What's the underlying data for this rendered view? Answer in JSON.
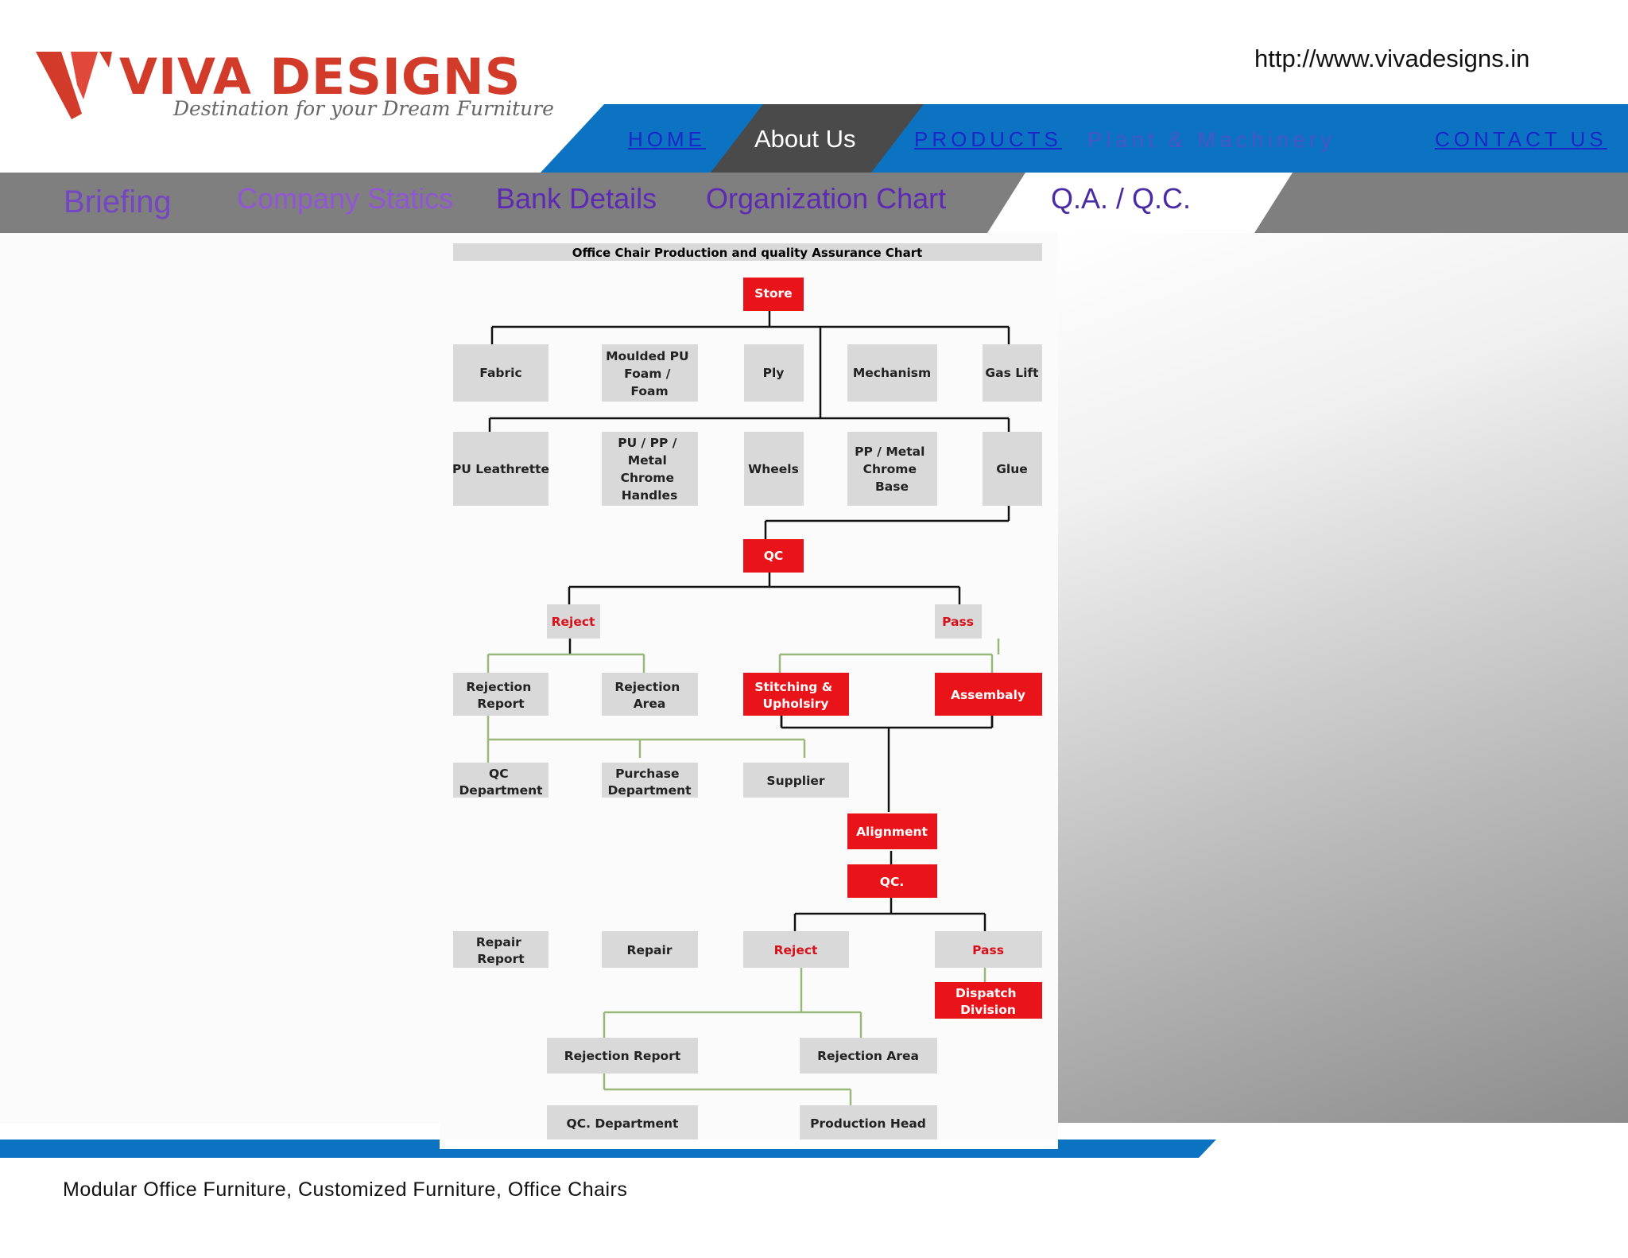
{
  "brand": {
    "name": "VIVA DESIGNS",
    "tagline": "Destination for your Dream Furniture",
    "logo_icon": "viva-v-logo",
    "colors": {
      "red": "#d23a2a",
      "blue": "#0b73c2",
      "dark": "#4a4a4a"
    }
  },
  "site_url": "http://www.vivadesigns.in",
  "main_nav": {
    "home": "HOME",
    "about": "About Us",
    "products": "PRODUCTS",
    "plant": "Plant & Machinery",
    "contact": "CONTACT US"
  },
  "sub_nav": {
    "briefing": "Briefing",
    "statics": "Company Statics",
    "bank": "Bank Details",
    "org": "Organization Chart",
    "qa": "Q.A. / Q.C."
  },
  "chart": {
    "title": "Office Chair Production and quality Assurance Chart",
    "boxes": {
      "store": "Store",
      "fabric": "Fabric",
      "moulded": [
        "Moulded PU",
        "Foam /",
        "Foam"
      ],
      "ply": "Ply",
      "mechanism": "Mechanism",
      "gaslift": "Gas Lift",
      "pu_leathrette": "PU Leathrette",
      "handles": [
        "PU / PP /",
        "Metal",
        "Chrome",
        "Handles"
      ],
      "wheels": "Wheels",
      "base": [
        "PP / Metal",
        "Chrome",
        "Base"
      ],
      "glue": "Glue",
      "qc1": "QC",
      "reject1": "Reject",
      "pass1": "Pass",
      "rejection_report1": [
        "Rejection",
        "Report"
      ],
      "rejection_area1": [
        "Rejection",
        "Area"
      ],
      "stitching": [
        "Stitching &",
        "Upholsiry"
      ],
      "assembly": "Assembaly",
      "qc_dept1": [
        "QC",
        "Department"
      ],
      "purchase_dept": [
        "Purchase",
        "Department"
      ],
      "supplier": "Supplier",
      "alignment": "Alignment",
      "qc2": "QC.",
      "repair_report": [
        "Repair",
        "Report"
      ],
      "repair": "Repair",
      "reject2": "Reject",
      "pass2": "Pass",
      "dispatch": [
        "Dispatch",
        "Division"
      ],
      "rejection_report2": "Rejection Report",
      "rejection_area2": "Rejection Area",
      "qc_dept2": "QC. Department",
      "production_head": "Production Head"
    }
  },
  "footer": {
    "text": "Modular Office Furniture, Customized Furniture, Office Chairs"
  }
}
